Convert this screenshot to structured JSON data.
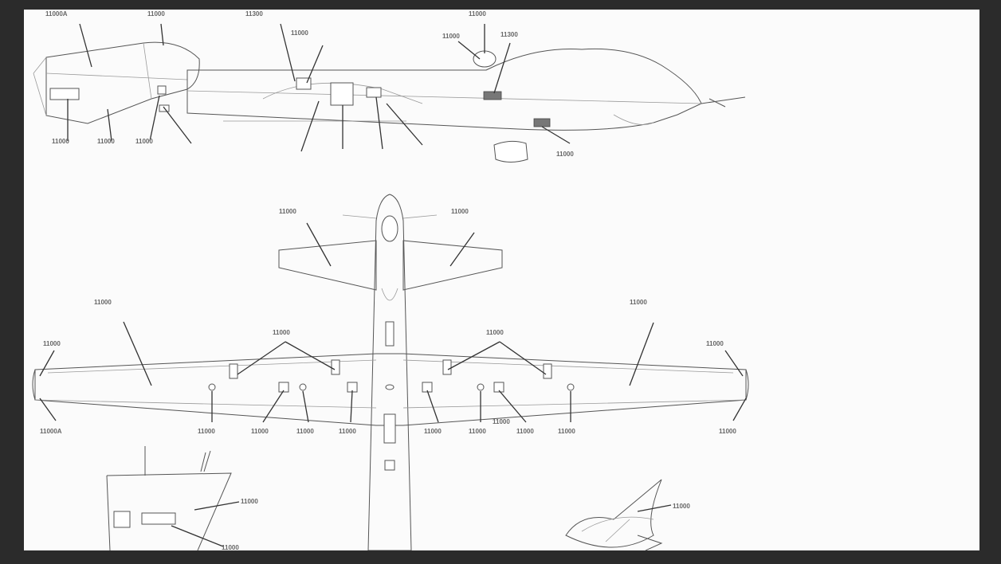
{
  "drawing": {
    "side_view": {
      "labels": [
        {
          "id": "s1",
          "text": "11000A"
        },
        {
          "id": "s2",
          "text": "11000"
        },
        {
          "id": "s3",
          "text": "11300"
        },
        {
          "id": "s4",
          "text": "11000"
        },
        {
          "id": "s5",
          "text": "11000"
        },
        {
          "id": "s6",
          "text": "11000"
        },
        {
          "id": "s7",
          "text": "11300"
        },
        {
          "id": "s8",
          "text": "11000"
        },
        {
          "id": "s9",
          "text": "11000"
        },
        {
          "id": "s10",
          "text": "11000"
        },
        {
          "id": "s11",
          "text": "11000"
        }
      ]
    },
    "top_view": {
      "labels": [
        {
          "id": "t1",
          "text": "11000"
        },
        {
          "id": "t2",
          "text": "11000"
        },
        {
          "id": "t3",
          "text": "11000"
        },
        {
          "id": "t4",
          "text": "11000"
        },
        {
          "id": "t5",
          "text": "11000"
        },
        {
          "id": "t6",
          "text": "11000"
        },
        {
          "id": "t7",
          "text": "11000"
        },
        {
          "id": "t8",
          "text": "11000"
        },
        {
          "id": "t9",
          "text": "11000A"
        },
        {
          "id": "t10",
          "text": "11000"
        },
        {
          "id": "t11",
          "text": "11000"
        },
        {
          "id": "t12",
          "text": "11000"
        },
        {
          "id": "t13",
          "text": "11000"
        },
        {
          "id": "t14",
          "text": "11000"
        },
        {
          "id": "t15",
          "text": "11000"
        },
        {
          "id": "t16",
          "text": "11000"
        },
        {
          "id": "t17",
          "text": "11000"
        },
        {
          "id": "t18",
          "text": "11000"
        },
        {
          "id": "t19",
          "text": "11000"
        }
      ]
    },
    "detail_views": {
      "labels": [
        {
          "id": "d1",
          "text": "11000"
        },
        {
          "id": "d2",
          "text": "11000"
        },
        {
          "id": "d3",
          "text": "11000"
        }
      ]
    }
  }
}
